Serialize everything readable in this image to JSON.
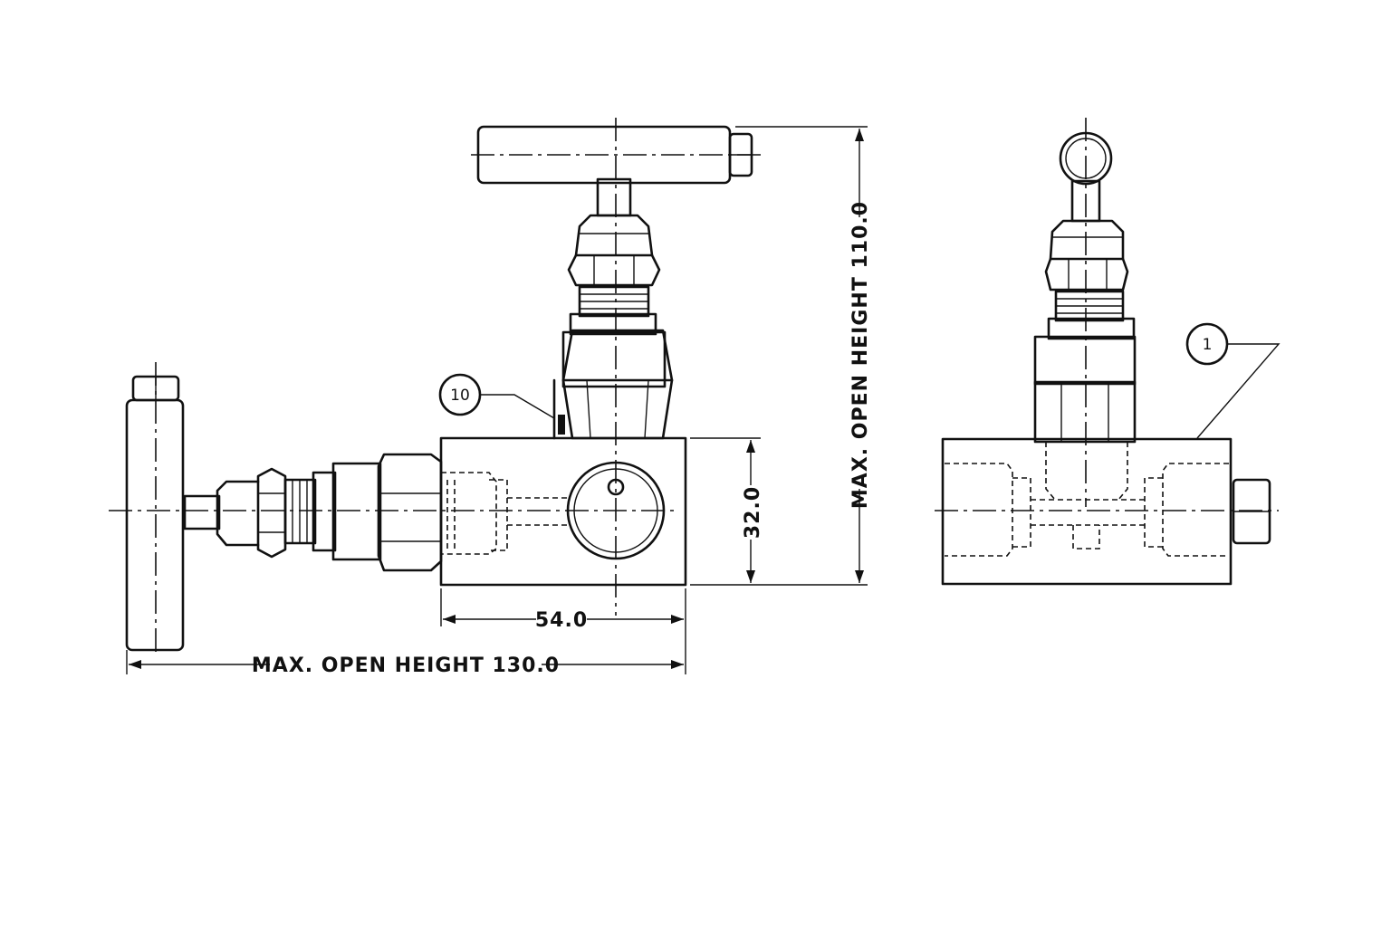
{
  "dimensions": {
    "width_54": "54.0",
    "height_32": "32.0",
    "max_open_height_110": "MAX. OPEN HEIGHT 110.0",
    "max_open_height_130": "MAX. OPEN HEIGHT 130.0"
  },
  "balloons": {
    "part_10": "10",
    "part_1": "1"
  },
  "colors": {
    "line": "#111111",
    "background": "#ffffff"
  }
}
